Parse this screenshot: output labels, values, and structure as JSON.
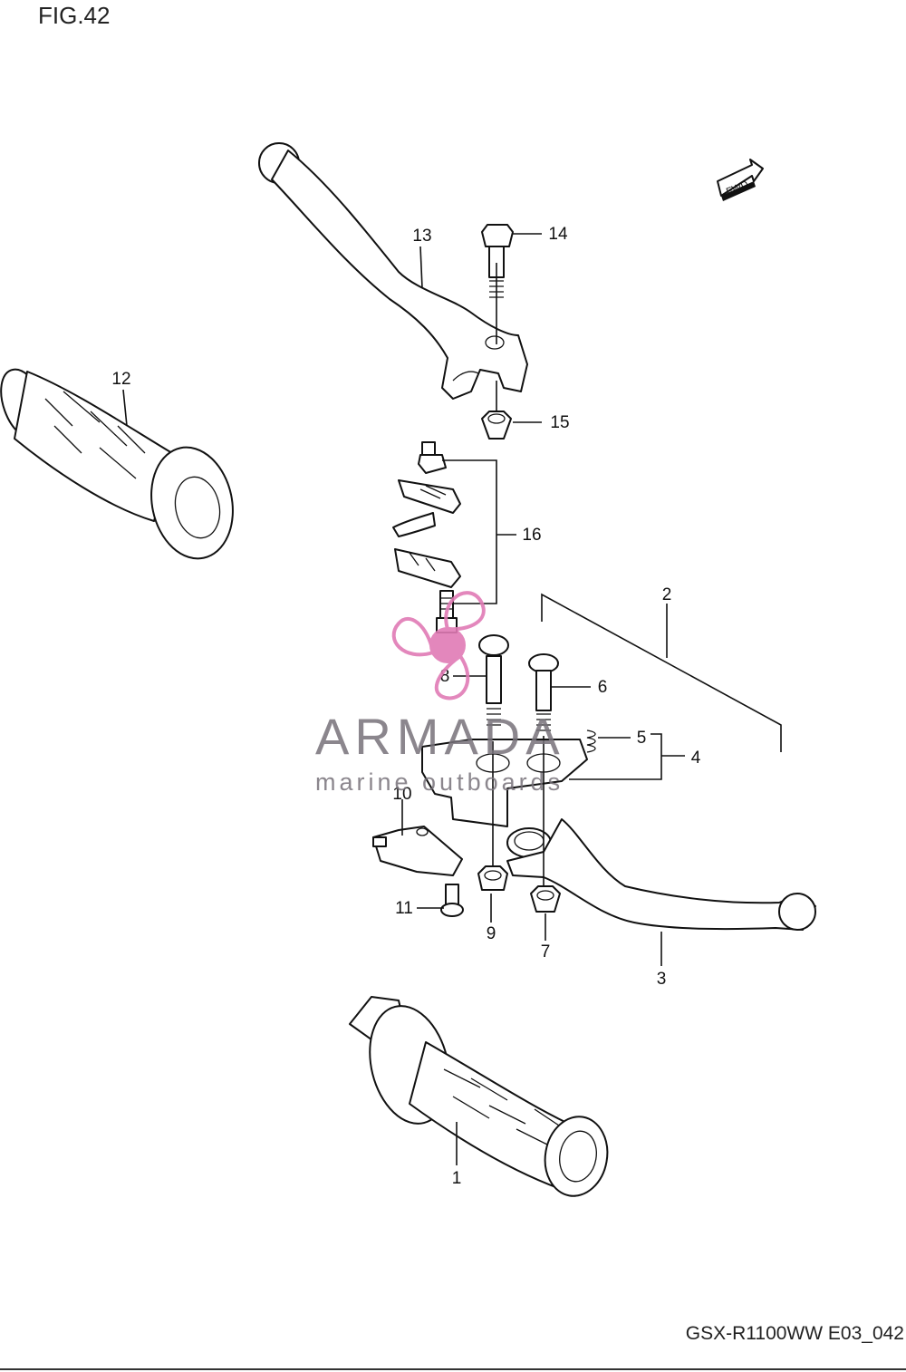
{
  "figure": {
    "title": "FIG.42",
    "footer": "GSX-R1100WW  E03_042"
  },
  "fwd_badge": {
    "label": "FWD"
  },
  "watermark": {
    "brand": "ARMADA",
    "tagline": "marine outboards",
    "logo_color": "#e07bb5"
  },
  "callouts": {
    "c1": "1",
    "c2": "2",
    "c3": "3",
    "c4": "4",
    "c5": "5",
    "c6": "6",
    "c7": "7",
    "c8": "8",
    "c9": "9",
    "c10": "10",
    "c11": "11",
    "c12": "12",
    "c13": "13",
    "c14": "14",
    "c15": "15",
    "c16": "16"
  }
}
